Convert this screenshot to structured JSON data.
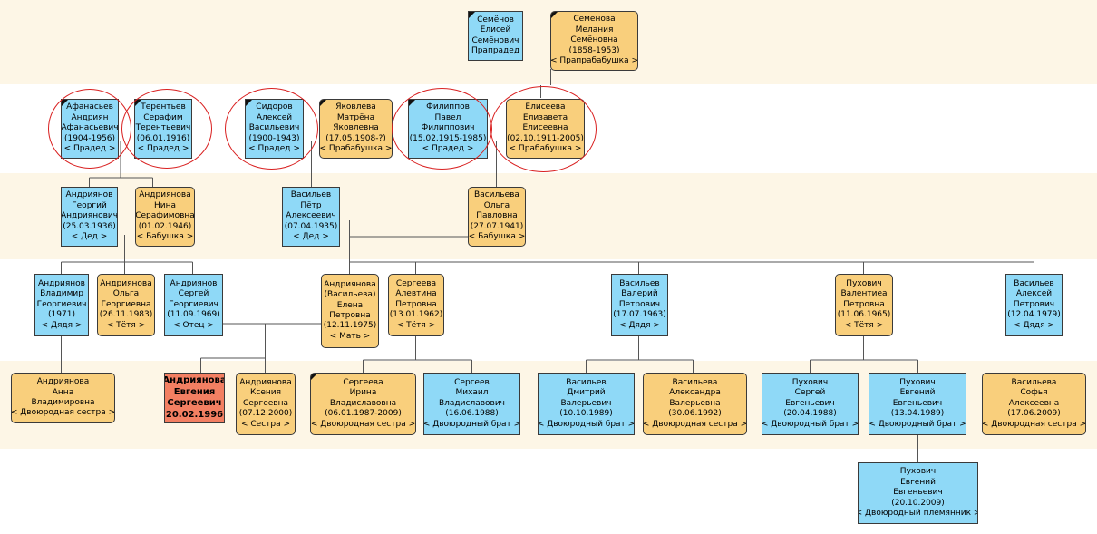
{
  "tree": {
    "generations": [
      {
        "people": [
          {
            "id": "semenov-elisey",
            "sex": "male",
            "marked": true,
            "name": [
              "Семёнов",
              "Елисей",
              "Семёнович"
            ],
            "relation": "< Прапрадед >"
          },
          {
            "id": "semenova-melaniya",
            "sex": "female",
            "marked": true,
            "name": [
              "Семёнова",
              "Мелания",
              "Семёновна"
            ],
            "dates": "(1858-1953)",
            "relation": "< Прапрабабушка >"
          }
        ]
      },
      {
        "people": [
          {
            "id": "afanasev-andriyan",
            "sex": "male",
            "marked": true,
            "circled": true,
            "name": [
              "Афанасьев",
              "Андриян",
              "Афанасьевич"
            ],
            "dates": "(1904-1956)",
            "relation": "< Прадед >"
          },
          {
            "id": "terentev-serafim",
            "sex": "male",
            "marked": true,
            "circled": true,
            "name": [
              "Терентьев",
              "Серафим",
              "Терентьевич"
            ],
            "dates": "(06.01.1916)",
            "relation": "< Прадед >"
          },
          {
            "id": "sidorov-aleksey",
            "sex": "male",
            "marked": true,
            "circled": true,
            "name": [
              "Сидоров",
              "Алексей",
              "Васильевич"
            ],
            "dates": "(1900-1943)",
            "relation": "< Прадед >"
          },
          {
            "id": "yakovleva-matryona",
            "sex": "female",
            "marked": true,
            "name": [
              "Яковлева",
              "Матрёна",
              "Яковлевна"
            ],
            "dates": "(17.05.1908-?)",
            "relation": "< Прабабушка >"
          },
          {
            "id": "filippov-pavel",
            "sex": "male",
            "marked": true,
            "circled": true,
            "name": [
              "Филиппов",
              "Павел",
              "Филиппович"
            ],
            "dates": "(15.02.1915-1985)",
            "relation": "< Прадед >"
          },
          {
            "id": "eliseeva-elizaveta",
            "sex": "female",
            "marked": false,
            "circled": true,
            "name": [
              "Елисеева",
              "Елизавета",
              "Елисеевна"
            ],
            "dates": "(02.10.1911-2005)",
            "relation": "< Прабабушка >"
          }
        ]
      },
      {
        "people": [
          {
            "id": "andriyanov-georgiy",
            "sex": "male",
            "name": [
              "Андриянов",
              "Георгий",
              "Андриянович"
            ],
            "dates": "(25.03.1936)",
            "relation": "< Дед >"
          },
          {
            "id": "andriyanova-nina",
            "sex": "female",
            "name": [
              "Андриянова",
              "Нина",
              "Серафимовна"
            ],
            "dates": "(01.02.1946)",
            "relation": "< Бабушка >"
          },
          {
            "id": "vasilev-pyotr",
            "sex": "male",
            "name": [
              "Васильев",
              "Пётр",
              "Алексеевич"
            ],
            "dates": "(07.04.1935)",
            "relation": "< Дед >"
          },
          {
            "id": "vasileva-olga",
            "sex": "female",
            "name": [
              "Васильева",
              "Ольга",
              "Павловна"
            ],
            "dates": "(27.07.1941)",
            "relation": "< Бабушка >"
          }
        ]
      },
      {
        "people": [
          {
            "id": "andriyanov-vladimir",
            "sex": "male",
            "name": [
              "Андриянов",
              "Владимир",
              "Георгиевич"
            ],
            "dates": "(1971)",
            "relation": "< Дядя >"
          },
          {
            "id": "andriyanova-olga",
            "sex": "female",
            "name": [
              "Андриянова",
              "Ольга",
              "Георгиевна"
            ],
            "dates": "(26.11.1983)",
            "relation": "< Тётя >"
          },
          {
            "id": "andriyanov-sergey",
            "sex": "male",
            "name": [
              "Андриянов",
              "Сергей",
              "Георгиевич"
            ],
            "dates": "(11.09.1969)",
            "relation": "< Отец >"
          },
          {
            "id": "andriyanova-elena",
            "sex": "female",
            "name": [
              "Андриянова",
              "(Васильева)",
              "Елена",
              "Петровна"
            ],
            "dates": "(12.11.1975)",
            "relation": "< Мать >"
          },
          {
            "id": "sergeeva-alevtina",
            "sex": "female",
            "name": [
              "Сергеева",
              "Алевтина",
              "Петровна"
            ],
            "dates": "(13.01.1962)",
            "relation": "< Тётя >"
          },
          {
            "id": "vasilev-valeriy",
            "sex": "male",
            "name": [
              "Васильев",
              "Валерий",
              "Петрович"
            ],
            "dates": "(17.07.1963)",
            "relation": "< Дядя >"
          },
          {
            "id": "puhovich-valentina",
            "sex": "female",
            "name": [
              "Пухович",
              "Валентиеа",
              "Петровна"
            ],
            "dates": "(11.06.1965)",
            "relation": "< Тётя >"
          },
          {
            "id": "vasilev-aleksey",
            "sex": "male",
            "name": [
              "Васильев",
              "Алексей",
              "Петрович"
            ],
            "dates": "(12.04.1979)",
            "relation": "< Дядя >"
          }
        ]
      },
      {
        "people": [
          {
            "id": "andriyanova-anna",
            "sex": "female",
            "name": [
              "Андриянова",
              "Анна",
              "Владимировна"
            ],
            "relation": "< Двоюродная сестра >"
          },
          {
            "id": "andriyanova-evgeniya",
            "sex": "self",
            "name": [
              "Андриянова",
              "Евгения",
              "Сергеевич"
            ],
            "dates": "(20.02.1996)"
          },
          {
            "id": "andriyanova-kseniya",
            "sex": "female",
            "name": [
              "Андриянова",
              "Ксения",
              "Сергеевна"
            ],
            "dates": "(07.12.2000)",
            "relation": "< Сестра >"
          },
          {
            "id": "sergeeva-irina",
            "sex": "female",
            "marked": true,
            "name": [
              "Сергеева",
              "Ирина",
              "Владиславовна"
            ],
            "dates": "(06.01.1987-2009)",
            "relation": "< Двоюродная сестра >"
          },
          {
            "id": "sergeev-mihail",
            "sex": "male",
            "name": [
              "Сергеев",
              "Михаил",
              "Владиславович"
            ],
            "dates": "(16.06.1988)",
            "relation": "< Двоюродный брат >"
          },
          {
            "id": "vasilev-dmitriy",
            "sex": "male",
            "name": [
              "Васильев",
              "Дмитрий",
              "Валерьевич"
            ],
            "dates": "(10.10.1989)",
            "relation": "< Двоюродный брат >"
          },
          {
            "id": "vasileva-aleksandra",
            "sex": "female",
            "name": [
              "Васильева",
              "Александра",
              "Валерьевна"
            ],
            "dates": "(30.06.1992)",
            "relation": "< Двоюродная сестра >"
          },
          {
            "id": "puhovich-sergey",
            "sex": "male",
            "name": [
              "Пухович",
              "Сергей",
              "Евгеньевич"
            ],
            "dates": "(20.04.1988)",
            "relation": "< Двоюродный брат >"
          },
          {
            "id": "puhovich-evgeniy-1989",
            "sex": "male",
            "name": [
              "Пухович",
              "Евгений",
              "Евгеньевич"
            ],
            "dates": "(13.04.1989)",
            "relation": "< Двоюродный брат >"
          },
          {
            "id": "vasileva-sofya",
            "sex": "female",
            "name": [
              "Васильева",
              "Софья",
              "Алексеевна"
            ],
            "dates": "(17.06.2009)",
            "relation": "< Двоюродная сестра >"
          }
        ]
      },
      {
        "people": [
          {
            "id": "puhovich-evgeniy-2009",
            "sex": "male",
            "name": [
              "Пухович",
              "Евгений",
              "Евгеньевич"
            ],
            "dates": "(20.10.2009)",
            "relation": "< Двоюродный племянник >"
          }
        ]
      }
    ]
  }
}
